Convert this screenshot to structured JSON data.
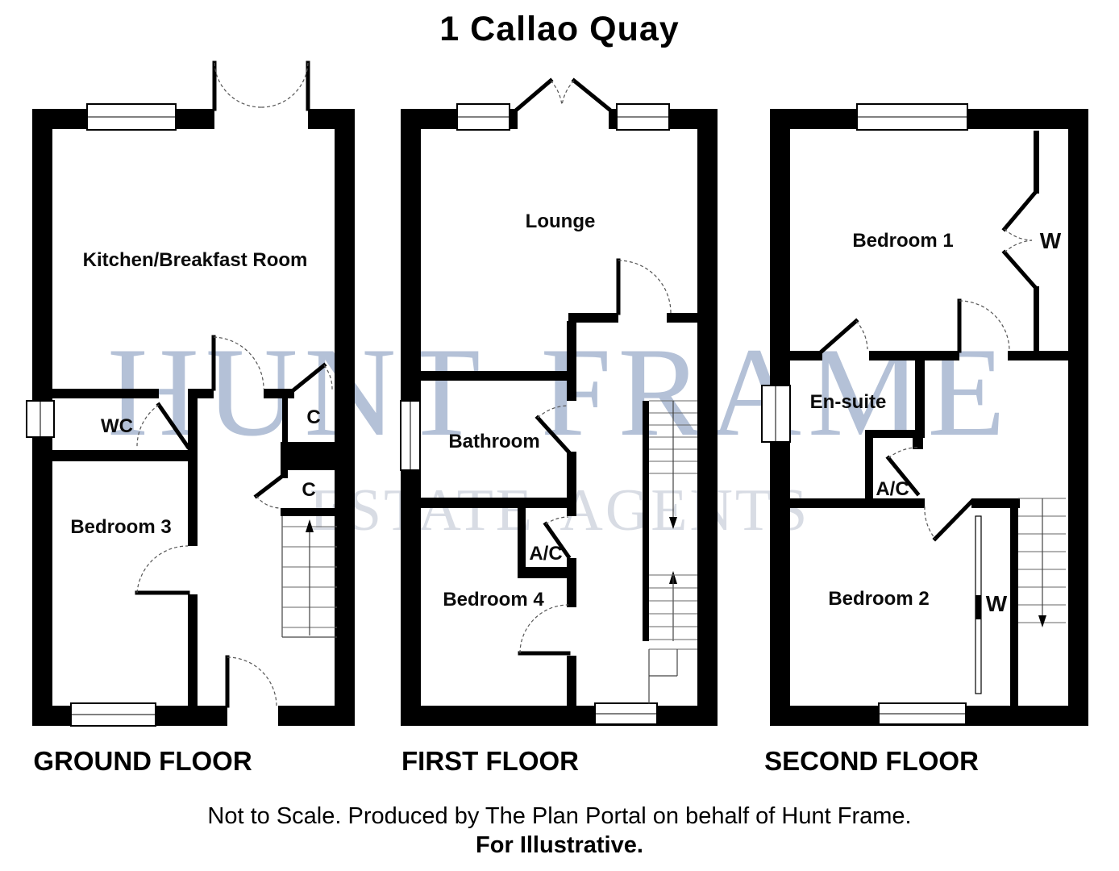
{
  "title": "1 Callao Quay",
  "watermark": {
    "line1": "HUNT FRAME",
    "line2": "ESTATE AGENTS"
  },
  "plans": {
    "ground": {
      "label": "GROUND FLOOR",
      "rooms": {
        "kitchen": "Kitchen/Breakfast Room",
        "wc": "WC",
        "closet_top": "C",
        "closet_mid": "C",
        "bedroom3": "Bedroom 3"
      }
    },
    "first": {
      "label": "FIRST FLOOR",
      "rooms": {
        "lounge": "Lounge",
        "bathroom": "Bathroom",
        "airing": "A/C",
        "bedroom4": "Bedroom 4"
      }
    },
    "second": {
      "label": "SECOND FLOOR",
      "rooms": {
        "bedroom1": "Bedroom 1",
        "wardrobe1": "W",
        "ensuite": "En-suite",
        "airing": "A/C",
        "bedroom2": "Bedroom 2",
        "wardrobe2": "W"
      }
    }
  },
  "footer": {
    "line1": "Not to Scale. Produced by The Plan Portal on behalf of Hunt Frame.",
    "line2": "For Illustrative."
  },
  "colors": {
    "wall": "#000000",
    "watermark_primary": "#b4c1d7",
    "watermark_secondary": "#d8dce4"
  }
}
